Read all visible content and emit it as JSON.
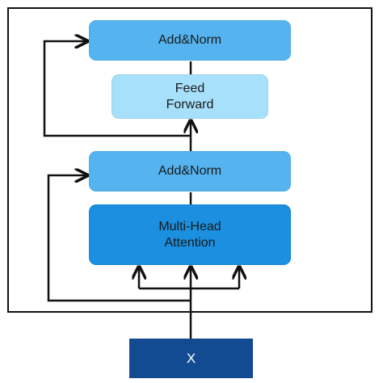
{
  "blocks": {
    "add_norm_top": [
      "Add&Norm"
    ],
    "feed_forward": [
      "Feed",
      "Forward"
    ],
    "add_norm_bottom": [
      "Add&Norm"
    ],
    "attention": [
      "Multi-Head",
      "Attention"
    ],
    "input": "X"
  },
  "colors": {
    "frame": "#111111",
    "add_norm": "#55b4f0",
    "feed_forward": "#a7e0fa",
    "attention": "#1b8fe0",
    "input": "#134b93",
    "arrows": "#111111"
  }
}
